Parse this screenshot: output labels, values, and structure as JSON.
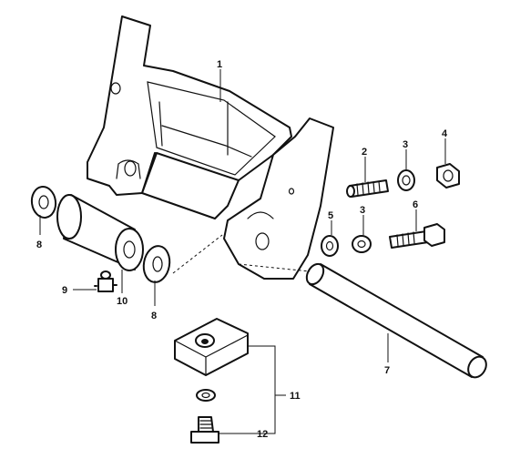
{
  "diagram": {
    "background": "#ffffff",
    "ink": "#111111",
    "callouts": [
      {
        "id": "c1",
        "text": "1",
        "part": "bracket"
      },
      {
        "id": "c2",
        "text": "2",
        "part": "stud-bolt"
      },
      {
        "id": "c3a",
        "text": "3",
        "part": "spring-washer"
      },
      {
        "id": "c4",
        "text": "4",
        "part": "hex-nut"
      },
      {
        "id": "c3b",
        "text": "3",
        "part": "spring-washer"
      },
      {
        "id": "c5",
        "text": "5",
        "part": "flat-washer"
      },
      {
        "id": "c6",
        "text": "6",
        "part": "hex-bolt"
      },
      {
        "id": "c8a",
        "text": "8",
        "part": "washer"
      },
      {
        "id": "c8b",
        "text": "8",
        "part": "washer"
      },
      {
        "id": "c9",
        "text": "9",
        "part": "grease-nipple"
      },
      {
        "id": "c10",
        "text": "10",
        "part": "bushing"
      },
      {
        "id": "c7",
        "text": "7",
        "part": "shaft"
      },
      {
        "id": "c11",
        "text": "11",
        "part": "anode-set"
      },
      {
        "id": "c12",
        "text": "12",
        "part": "anode-bolt"
      }
    ]
  }
}
